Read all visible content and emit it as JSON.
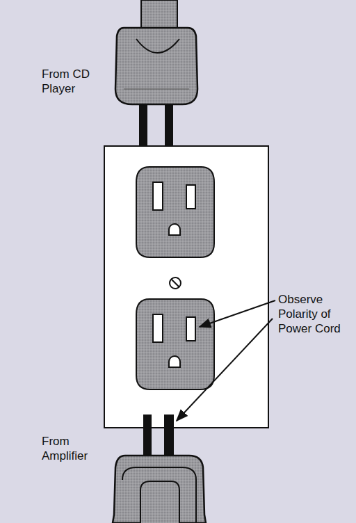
{
  "diagram": {
    "labels": [
      "From CD Player",
      "Observe Polarity of Power Cord",
      "From Amplifier"
    ]
  }
}
